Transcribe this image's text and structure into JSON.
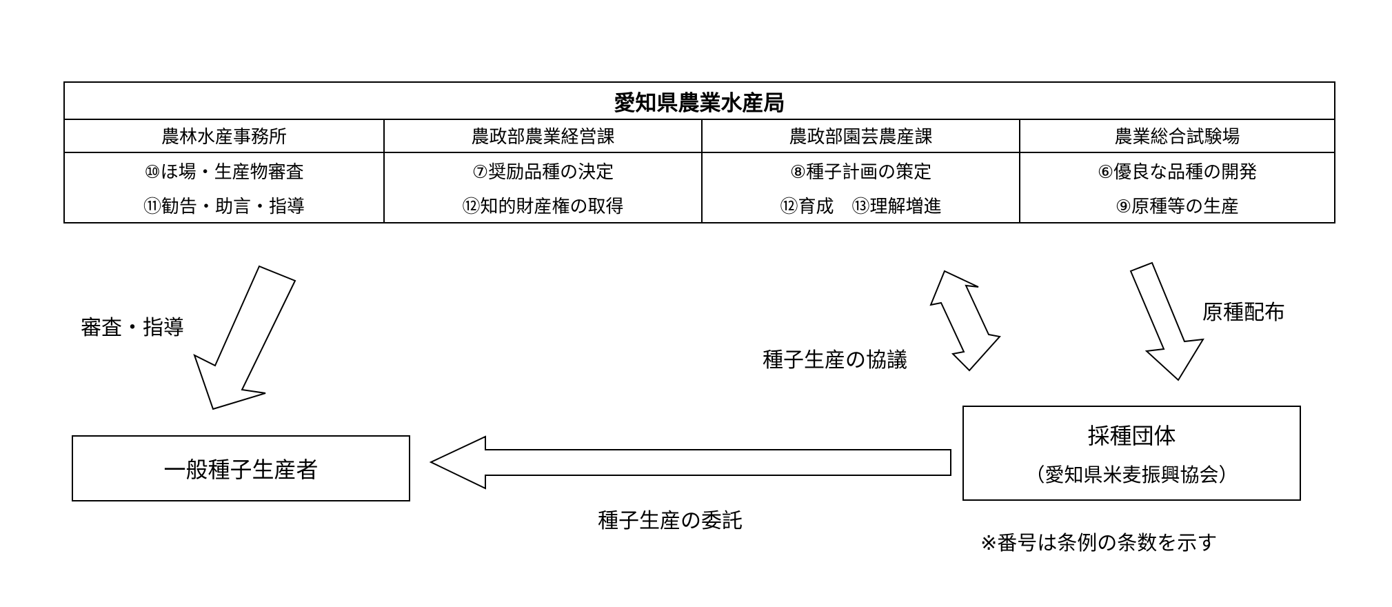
{
  "header": {
    "title": "愛知県農業水産局",
    "columns": [
      {
        "name": "農林水産事務所",
        "items": [
          "⑩ほ場・生産物審査",
          "⑪勧告・助言・指導"
        ]
      },
      {
        "name": "農政部農業経営課",
        "items": [
          "⑦奨励品種の決定",
          "⑫知的財産権の取得"
        ]
      },
      {
        "name": "農政部園芸農産課",
        "items": [
          "⑧種子計画の策定",
          "⑫育成　⑬理解増進"
        ]
      },
      {
        "name": "農業総合試験場",
        "items": [
          "⑥優良な品種の開発",
          "⑨原種等の生産"
        ]
      }
    ]
  },
  "producers_box": {
    "label": "一般種子生産者"
  },
  "seed_org_box": {
    "label": "採種団体",
    "sublabel": "（愛知県米麦振興協会）"
  },
  "labels": {
    "inspection": "審査・指導",
    "consultation": "種子生産の協議",
    "distribution": "原種配布",
    "commission": "種子生産の委託",
    "note": "※番号は条例の条数を示す"
  }
}
